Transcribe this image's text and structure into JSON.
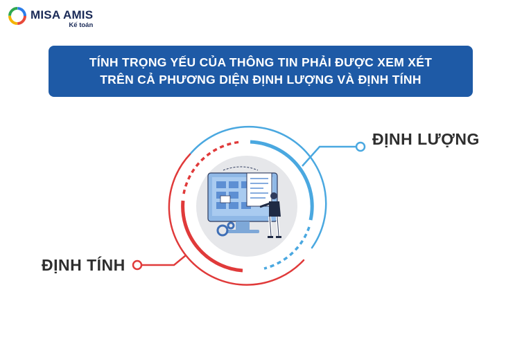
{
  "logo": {
    "brand": "MISA AMIS",
    "sub": "Kế toán",
    "icon": "misa-logo-icon"
  },
  "banner": {
    "line1": "TÍNH TRỌNG YẾU CỦA THÔNG TIN PHẢI ĐƯỢC XEM XÉT",
    "line2": "TRÊN CẢ PHƯƠNG DIỆN ĐỊNH LƯỢNG VÀ ĐỊNH TÍNH"
  },
  "labels": {
    "quantitative": "ĐỊNH LƯỢNG",
    "qualitative": "ĐỊNH TÍNH"
  },
  "colors": {
    "banner": "#1e5aa6",
    "blue_ring": "#4aa8e0",
    "red_ring": "#e03a3a",
    "label_text": "#2e2e2e",
    "center_bg": "#e6e7ea"
  }
}
